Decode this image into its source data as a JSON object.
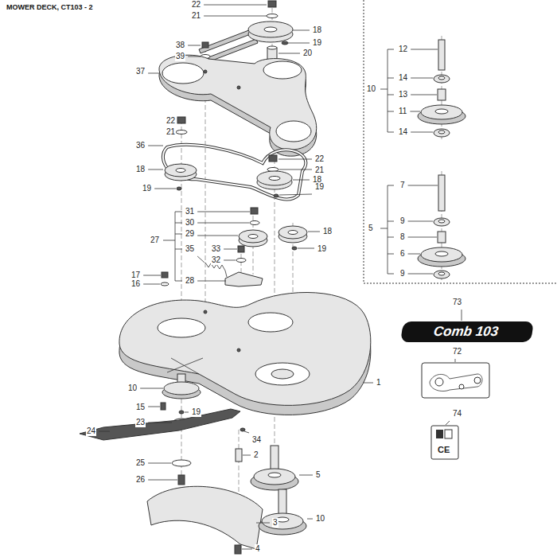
{
  "diagram": {
    "title": "MOWER DECK, CT103 - 2",
    "nodes": [
      {
        "text": [
          "Comb 103"
        ]
      }
    ],
    "labels": [
      "22",
      "21",
      "18",
      "19",
      "20",
      "38",
      "39",
      "37",
      "22",
      "21",
      "36",
      "22",
      "21",
      "18",
      "18",
      "19",
      "19",
      "31",
      "30",
      "29",
      "18",
      "27",
      "35",
      "33",
      "32",
      "19",
      "17",
      "16",
      "28",
      "1",
      "10",
      "15",
      "19",
      "23",
      "24",
      "34",
      "2",
      "25",
      "26",
      "5",
      "10",
      "3",
      "4",
      "12",
      "10",
      "14",
      "13",
      "11",
      "14",
      "7",
      "5",
      "9",
      "8",
      "6",
      "9",
      "73",
      "72",
      "74",
      "CE"
    ]
  }
}
